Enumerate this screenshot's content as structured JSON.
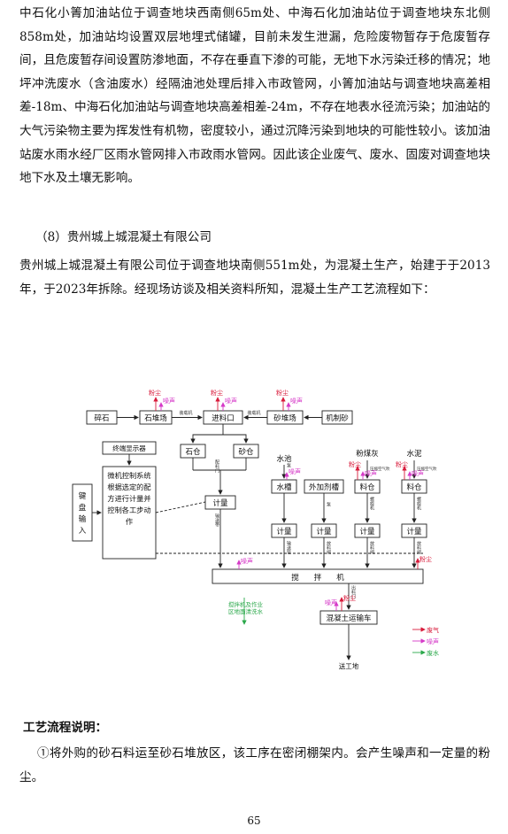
{
  "paragraph1": "中石化小箐加油站位于调查地块西南侧65m处、中海石化加油站位于调查地块东北侧858m处，加油站均设置双层地埋式储罐，目前未发生泄漏，危险废物暂存于危废暂存间，且危废暂存间设置防渗地面，不存在垂直下渗的可能，无地下水污染迁移的情况；地坪冲洗废水（含油废水）经隔油池处理后排入市政管网，小箐加油站与调查地块高差相差-18m、中海石化加油站与调查地块高差相差-24m，不存在地表水径流污染；加油站的大气污染物主要为挥发性有机物，密度较小，通过沉降污染到地块的可能性较小。该加油站废水雨水经厂区雨水管网排入市政雨水管网。因此该企业废气、废水、固废对调查地块地下水及土壤无影响。",
  "section_heading": "（8）贵州城上城混凝土有限公司",
  "paragraph2": "贵州城上城混凝土有限公司位于调查地块南侧551m处，为混凝土生产，始建于于2013年，于2023年拆除。经现场访谈及相关资料所知，混凝土生产工艺流程如下：",
  "diagram": {
    "nodes": {
      "gravel": "碎石",
      "stone_yard": "石堆场",
      "feed_port": "进料口",
      "sand_yard": "砂堆场",
      "machine_sand": "机制砂",
      "terminal_display": "终端显示器",
      "stone_bin": "石仓",
      "sand_bin": "砂仓",
      "keyboard_input": "键盘输入",
      "control_system": "微机控制系统根据选定的配方进行计量并控制各工步动作",
      "metering_main": "计量",
      "water_tank": "水槽",
      "additive_tank": "外加剂槽",
      "fly_ash_bin": "料仓",
      "cement_bin": "料仓",
      "meter_water": "计量",
      "meter_additive": "计量",
      "meter_flyash": "计量",
      "meter_cement": "计量",
      "mixer": "搅　　拌　　机",
      "transport_truck": "混凝土运输车",
      "to_site": "送工地"
    },
    "sources": {
      "water_pool": "水池",
      "fly_ash": "粉煤灰",
      "cement": "水泥"
    },
    "edge_labels": {
      "loader1": "装载机",
      "loader2": "装载机",
      "discharge_door": "配料门",
      "conveyor_belt": "输送带",
      "pump1": "泵",
      "pump2": "泵",
      "screw1": "螺旋机",
      "screw2": "螺旋机",
      "conveyor_water": "输送管",
      "discharge_additive": "放料阀",
      "discharge_flyash": "放料阀",
      "discharge_cement": "放料阀",
      "outlet_door": "出料门",
      "compressed_air1": "压缩空气吹",
      "compressed_air2": "压缩空气吹"
    },
    "pollutant_labels": {
      "dust": "粉尘",
      "noise": "噪声",
      "wastewater_note": "搅拌机及作业区地面清洗水"
    },
    "legend": [
      {
        "label": "废气",
        "color": "#d81b3b"
      },
      {
        "label": "噪声",
        "color": "#d63ac8"
      },
      {
        "label": "废水",
        "color": "#2aa84a"
      }
    ],
    "colors": {
      "line": "#222222",
      "dust": "#d81b3b",
      "noise": "#d63ac8",
      "water": "#2aa84a"
    }
  },
  "process_heading": "工艺流程说明：",
  "process_step1": "①将外购的砂石料运至砂石堆放区，该工序在密闭棚架内。会产生噪声和一定量的粉尘。",
  "page_number": "65"
}
